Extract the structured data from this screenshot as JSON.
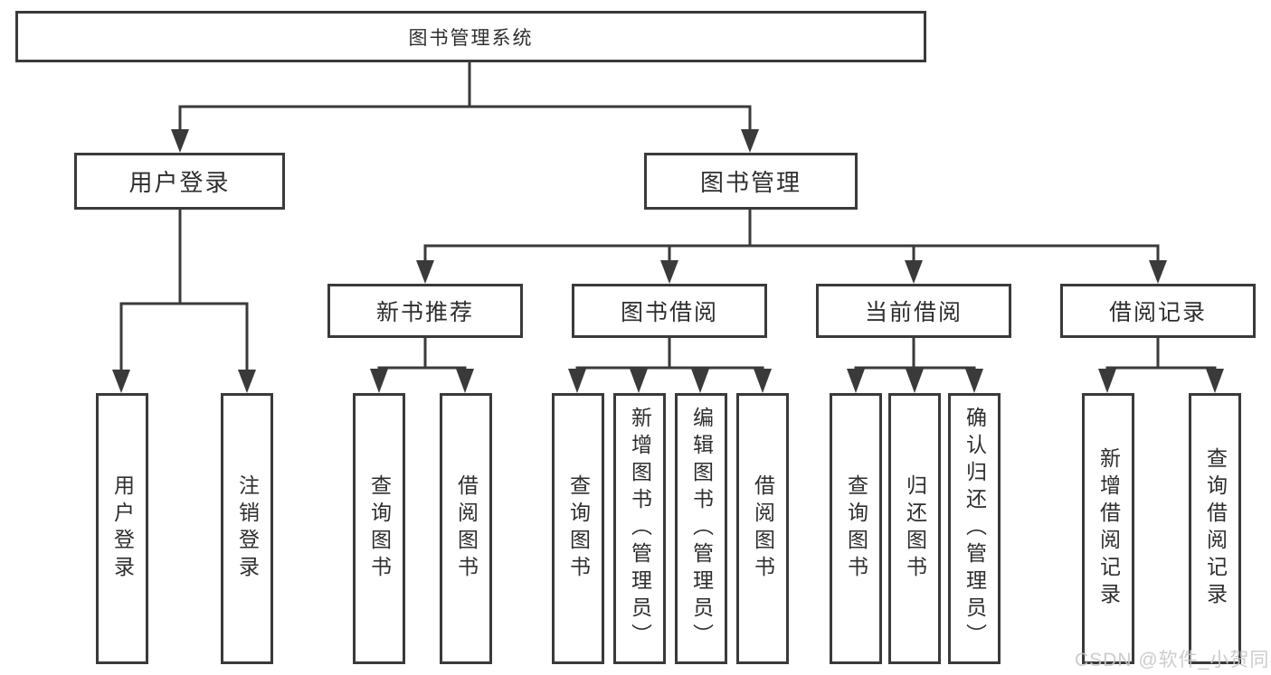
{
  "diagram": {
    "root": {
      "label": "图书管理系统"
    },
    "children": [
      {
        "label": "用户登录",
        "children": [
          {
            "label": "用户登录"
          },
          {
            "label": "注销登录"
          }
        ]
      },
      {
        "label": "图书管理",
        "children": [
          {
            "label": "新书推荐",
            "children": [
              {
                "label": "查询图书"
              },
              {
                "label": "借阅图书"
              }
            ]
          },
          {
            "label": "图书借阅",
            "children": [
              {
                "label": "查询图书"
              },
              {
                "label": "新增图书（管理员）"
              },
              {
                "label": "编辑图书（管理员）"
              },
              {
                "label": "借阅图书"
              }
            ]
          },
          {
            "label": "当前借阅",
            "children": [
              {
                "label": "查询图书"
              },
              {
                "label": "归还图书"
              },
              {
                "label": "确认归还（管理员）"
              }
            ]
          },
          {
            "label": "借阅记录",
            "children": [
              {
                "label": "新增借阅记录"
              },
              {
                "label": "查询借阅记录"
              }
            ]
          }
        ]
      }
    ]
  },
  "watermark": "CSDN @软件_小贺同学",
  "colors": {
    "line": "#3a3a3a",
    "box_background": "#ffffff",
    "text": "#2e2e2e",
    "watermark": "#c7c7c7"
  }
}
